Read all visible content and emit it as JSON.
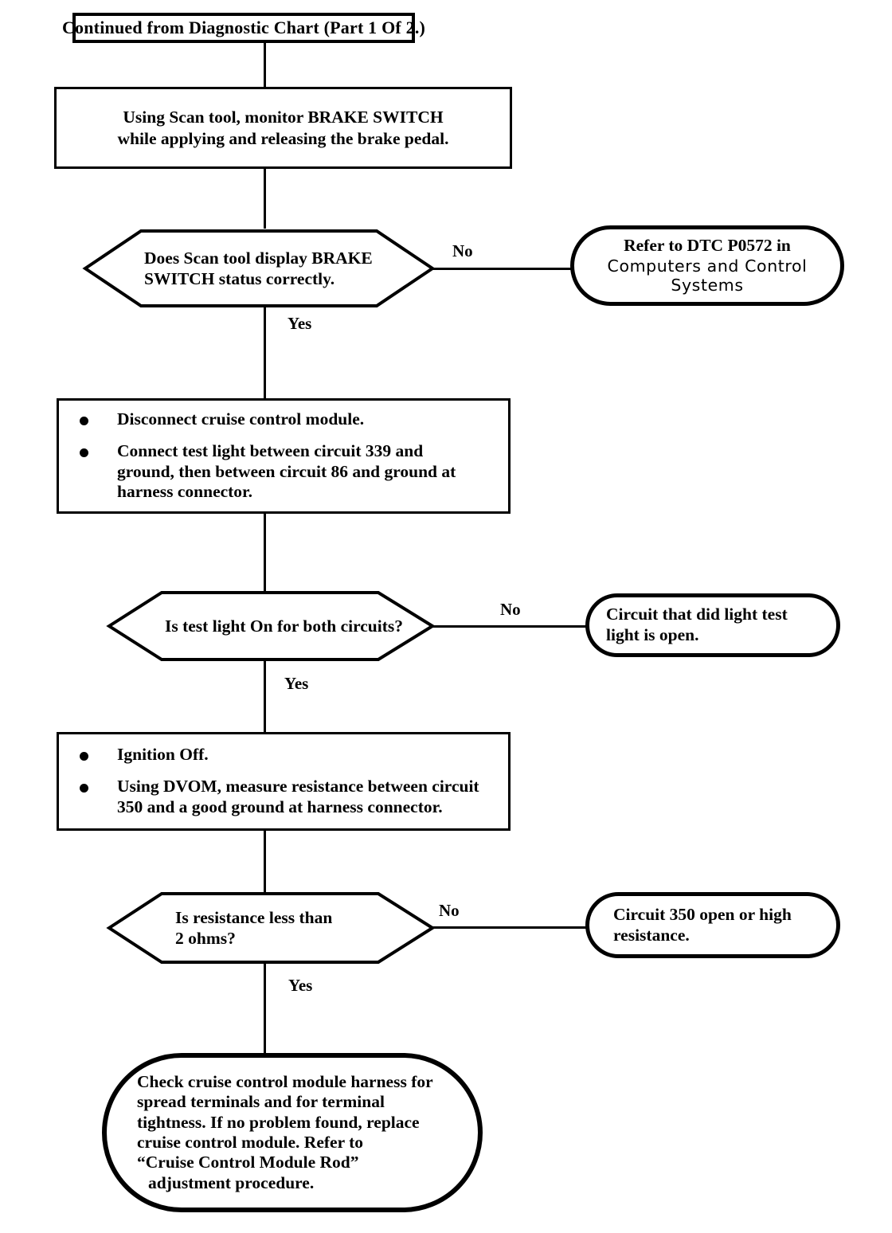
{
  "chart_title": "Continued from Diagnostic Chart (Part 1 Of 2.)",
  "nodes": {
    "header": {
      "label": "Continued from Diagnostic Chart (Part 1 Of 2.)"
    },
    "step1": {
      "line1": "Using Scan tool, monitor BRAKE SWITCH",
      "line2": "while applying and releasing the brake pedal."
    },
    "decision1": {
      "line1": "Does Scan tool display BRAKE",
      "line2": "SWITCH status correctly.",
      "yes_label": "Yes",
      "no_label": "No"
    },
    "terminal1": {
      "line1": "Refer to DTC P0572 in",
      "line2": "Computers and Control",
      "line3": "Systems"
    },
    "step2": {
      "bullet1": "Disconnect cruise control module.",
      "bullet2_line1": "Connect test light between circuit 339 and",
      "bullet2_line2": "ground, then between circuit 86 and ground at",
      "bullet2_line3": "harness connector."
    },
    "decision2": {
      "line1": "Is test light On for both circuits?",
      "yes_label": "Yes",
      "no_label": "No"
    },
    "terminal2": {
      "line1": "Circuit that did light test",
      "line2": "light is open."
    },
    "step3": {
      "bullet1": "Ignition Off.",
      "bullet2_line1": "Using DVOM, measure resistance between circuit",
      "bullet2_line2": "350 and a good ground at harness connector."
    },
    "decision3": {
      "line1": "Is resistance less than",
      "line2": "2 ohms?",
      "yes_label": "Yes",
      "no_label": "No"
    },
    "terminal3": {
      "line1": "Circuit 350 open or high",
      "line2": "resistance."
    },
    "terminal4": {
      "line1": "Check cruise control module harness for",
      "line2": "spread terminals and for terminal",
      "line3": "tightness. If no problem found, replace",
      "line4": "cruise control module. Refer to",
      "line5": "“Cruise Control Module Rod”",
      "line6": "adjustment procedure."
    }
  },
  "colors": {
    "ink": "#000000",
    "paper": "#ffffff"
  }
}
